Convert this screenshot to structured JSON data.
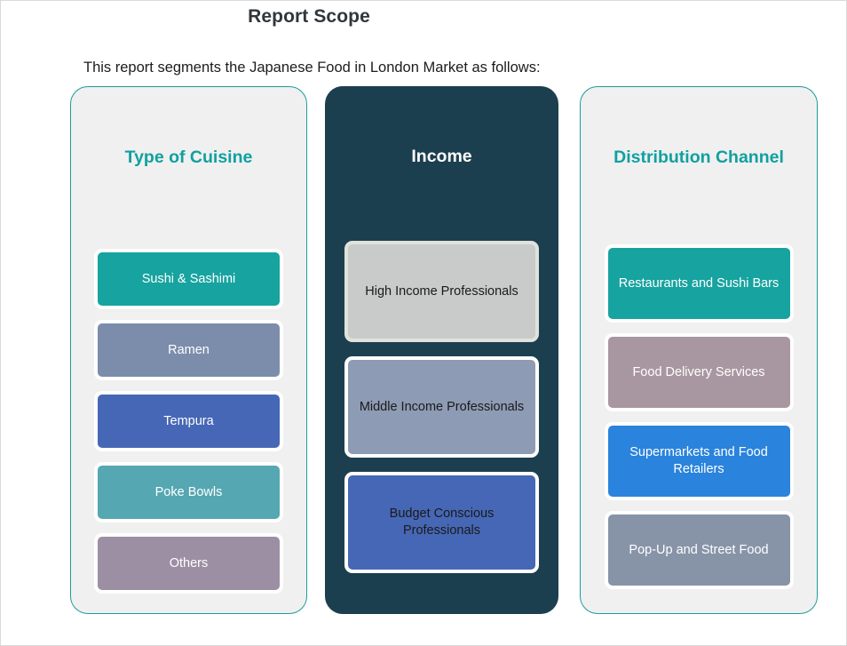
{
  "header": {
    "title": "Report Scope",
    "subtitle": "This report segments the Japanese Food in London Market as follows:"
  },
  "colors": {
    "accent_teal": "#11a0a0",
    "panel_dark": "#1c3f4f",
    "panel_light_bg": "#f0f0f0",
    "panel_border": "#1c9c9c",
    "title_text": "#31363b"
  },
  "panels": [
    {
      "id": "cuisine",
      "heading": "Type of Cuisine",
      "style": "light",
      "items": [
        {
          "label": "Sushi & Sashimi",
          "color": "#17a3a0"
        },
        {
          "label": "Ramen",
          "color": "#7b8dab"
        },
        {
          "label": "Tempura",
          "color": "#4667b5"
        },
        {
          "label": "Poke Bowls",
          "color": "#55a7b2"
        },
        {
          "label": "Others",
          "color": "#9d8fa3"
        }
      ]
    },
    {
      "id": "income",
      "heading": "Income",
      "style": "dark",
      "items": [
        {
          "label": "High Income Professionals",
          "color": "#c9cbcb"
        },
        {
          "label": "Middle Income Professionals",
          "color": "#8e9bb4"
        },
        {
          "label": "Budget Conscious Professionals",
          "color": "#4667b5"
        }
      ]
    },
    {
      "id": "channel",
      "heading": "Distribution Channel",
      "style": "light",
      "items": [
        {
          "label": "Restaurants and Sushi Bars",
          "color": "#17a3a0"
        },
        {
          "label": "Food Delivery Services",
          "color": "#a897a0"
        },
        {
          "label": "Supermarkets and Food Retailers",
          "color": "#2a83dc"
        },
        {
          "label": "Pop-Up and Street Food",
          "color": "#8794a8"
        }
      ]
    }
  ]
}
